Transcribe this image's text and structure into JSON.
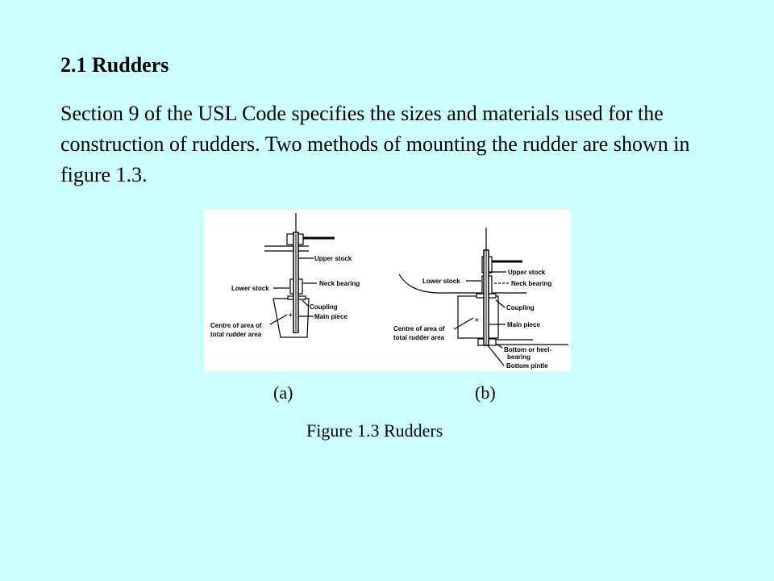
{
  "heading": "2.1 Rudders",
  "paragraph": "Section 9 of the USL Code specifies the sizes and materials used for the construction of rudders. Two methods of mounting the rudder are shown in figure 1.3.",
  "figure": {
    "a": {
      "label": "(a)",
      "upper_stock": "Upper stock",
      "neck_bearing": "Neck bearing",
      "lower_stock": "Lower stock",
      "coupling": "Coupling",
      "main_piece": "Main piece",
      "centre_1": "Centre of area of",
      "centre_2": "total rudder area"
    },
    "b": {
      "label": "(b)",
      "upper_stock": "Upper stock",
      "neck_bearing": "Neck bearing",
      "lower_stock": "Lower stock",
      "coupling": "Coupling",
      "main_piece": "Main piece",
      "centre_1": "Centre of area of",
      "centre_2": "total rudder area",
      "bottom_1": "Bottom or heel-",
      "bottom_2": "bearing",
      "bottom_pintle": "Bottom pintle"
    },
    "caption": "Figure 1.3 Rudders"
  }
}
